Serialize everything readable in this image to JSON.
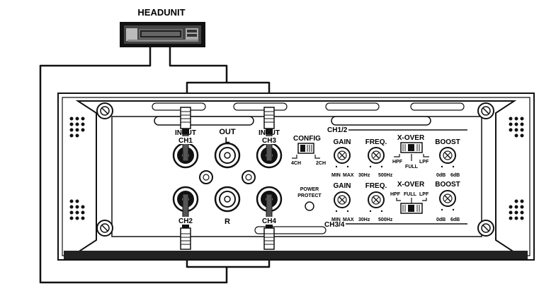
{
  "headunit": {
    "label": "HEADUNIT"
  },
  "channels": {
    "top_left": "CH1",
    "bottom_left": "CH2",
    "top_right": "CH3",
    "bottom_right": "CH4",
    "input_label": "INPUT",
    "out_label": "OUT",
    "out_l": "L",
    "out_r": "R"
  },
  "panel": {
    "ch12_title": "CH1/2",
    "ch34_title": "CH3/4",
    "config_label": "CONFIG",
    "config_4ch": "4CH",
    "config_2ch": "2CH",
    "gain_label": "GAIN",
    "freq_label": "FREQ.",
    "xover_label": "X-OVER",
    "boost_label": "BOOST",
    "gain_min": "MIN",
    "gain_max": "MAX",
    "freq_min": "30Hz",
    "freq_max": "500Hz",
    "boost_min": "0dB",
    "boost_max": "6dB",
    "xover_hpf": "HPF",
    "xover_full": "FULL",
    "xover_lpf": "LPF",
    "power_protect_1": "POWER",
    "power_protect_2": "PROTECT"
  }
}
